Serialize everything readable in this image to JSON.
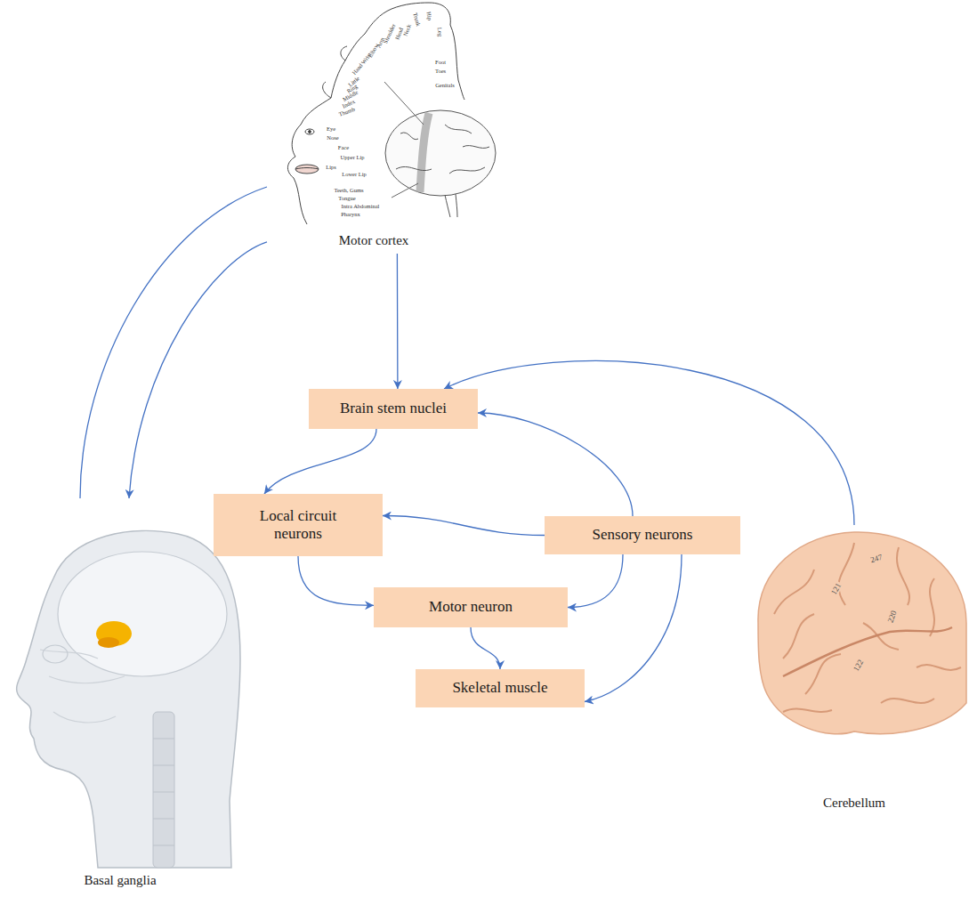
{
  "diagram": {
    "nodes": [
      {
        "text": [
          "Motor cortex"
        ]
      },
      {
        "text": [
          "Brain stem nuclei"
        ]
      },
      {
        "text": [
          "Local circuit neurons"
        ]
      },
      {
        "text": [
          "Sensory neurons"
        ]
      },
      {
        "text": [
          "Motor neuron"
        ]
      },
      {
        "text": [
          "Skeletal muscle"
        ]
      },
      {
        "text": [
          "Basal ganglia"
        ]
      },
      {
        "text": [
          "Cerebellum"
        ]
      }
    ],
    "edges": [
      {
        "from": 6,
        "to": 0,
        "arrow": "none"
      },
      {
        "from": 0,
        "to": 6,
        "arrow": "to"
      },
      {
        "from": 0,
        "to": 1,
        "arrow": "to"
      },
      {
        "from": 7,
        "to": 1,
        "arrow": "to"
      },
      {
        "from": 1,
        "to": 2,
        "arrow": "to"
      },
      {
        "from": 3,
        "to": 1,
        "arrow": "to"
      },
      {
        "from": 3,
        "to": 2,
        "arrow": "to"
      },
      {
        "from": 2,
        "to": 4,
        "arrow": "to"
      },
      {
        "from": 3,
        "to": 4,
        "arrow": "to"
      },
      {
        "from": 4,
        "to": 5,
        "arrow": "to"
      },
      {
        "from": 3,
        "to": 5,
        "arrow": "to"
      }
    ],
    "labels": [
      "Trunk",
      "Hip",
      "Leg",
      "Neck",
      "Head",
      "Shoulder",
      "Arm",
      "Elbow",
      "Wrist",
      "Hand",
      "Little",
      "Ring",
      "Middle",
      "Index",
      "Thumb",
      "Eye",
      "Nose",
      "Face",
      "Upper Lip",
      "Lips",
      "Lower Lip",
      "Teeth, Gums",
      "Tongue",
      "Intra Abdominal",
      "Pharynx",
      "Foot",
      "Toes",
      "Genitals",
      "247",
      "121",
      "220",
      "122"
    ]
  }
}
